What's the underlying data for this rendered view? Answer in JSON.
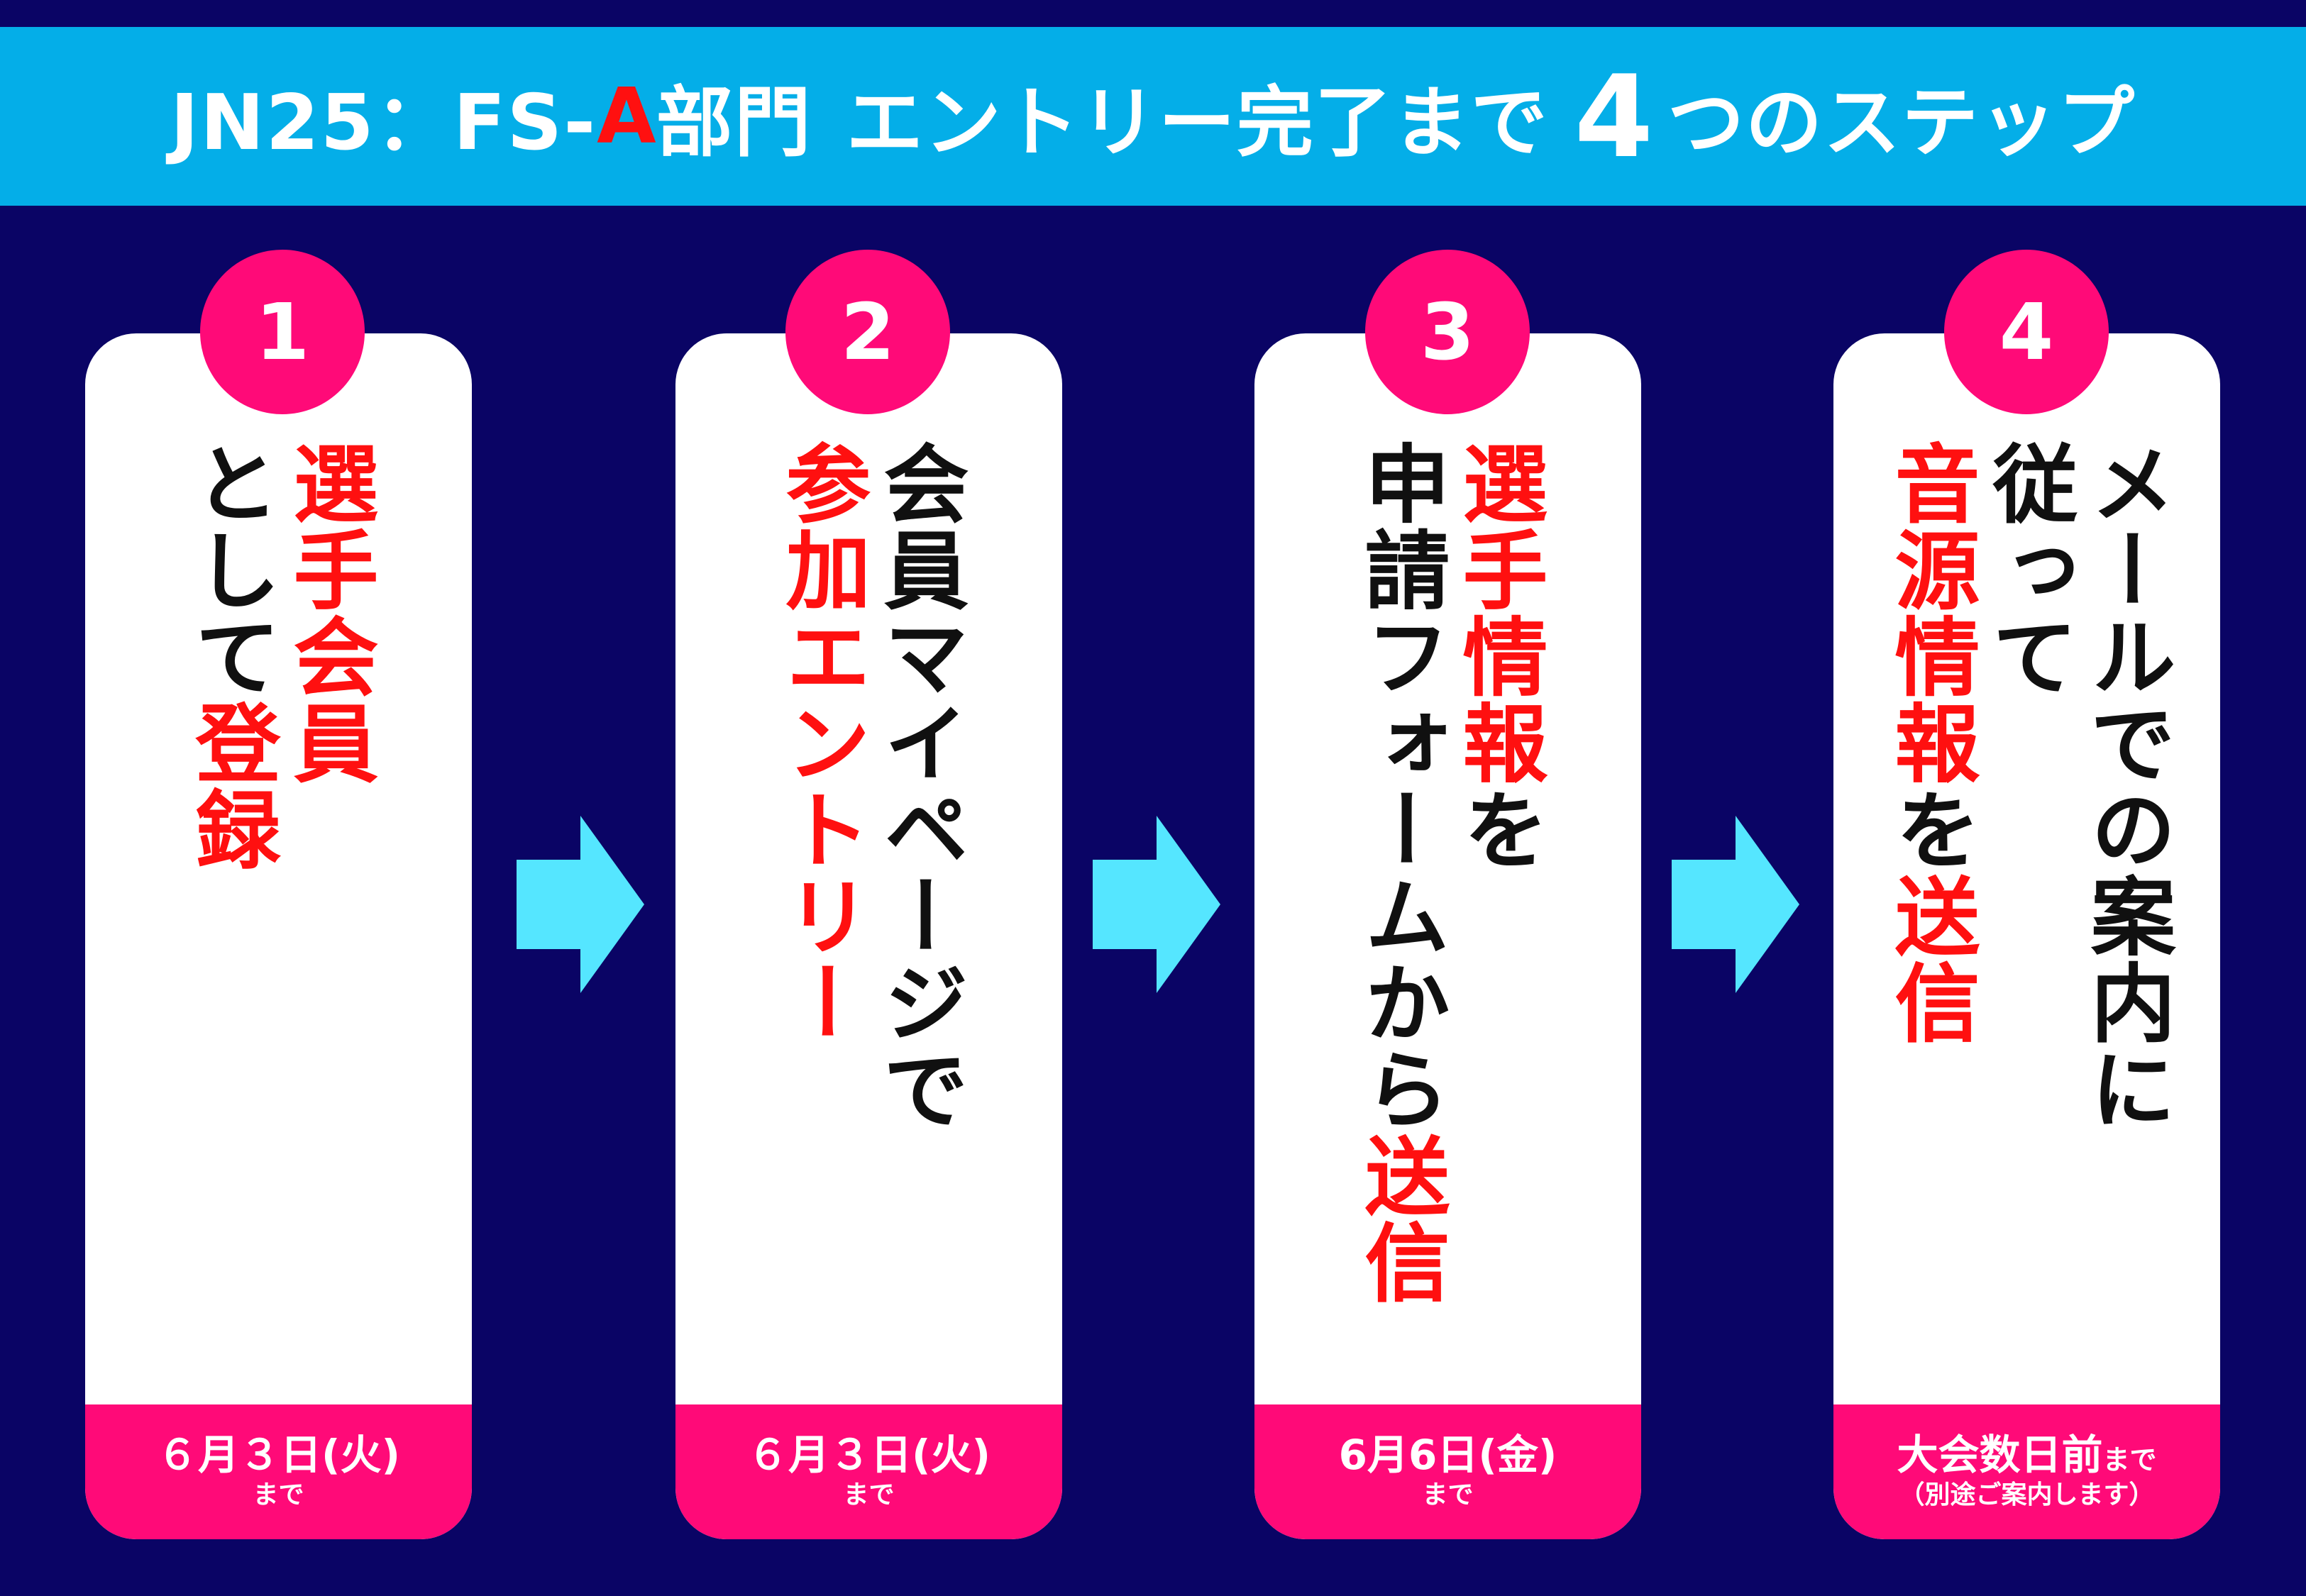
{
  "header": {
    "title_pre": "JN25：FS-",
    "title_accent": "A",
    "title_mid": "部門",
    "title_after": "エントリー完了まで",
    "title_num": "4",
    "title_end": "つのステップ"
  },
  "colors": {
    "background": "#0a0465",
    "banner": "#04aee8",
    "badge": "#ff0a78",
    "accent_red": "#ff1010",
    "arrow": "#55e6ff"
  },
  "steps": [
    {
      "number": "1",
      "columns": [
        [
          {
            "text": "選手会員",
            "color": "red"
          }
        ],
        [
          {
            "text": "として",
            "color": "black"
          },
          {
            "text": "登録",
            "color": "red"
          }
        ]
      ],
      "deadline_main": "６月３日(火)",
      "deadline_sub": "まで"
    },
    {
      "number": "2",
      "columns": [
        [
          {
            "text": "会員マイページで",
            "color": "black"
          }
        ],
        [
          {
            "text": "参加エントリー",
            "color": "red"
          }
        ]
      ],
      "deadline_main": "６月３日(火)",
      "deadline_sub": "まで"
    },
    {
      "number": "3",
      "columns": [
        [
          {
            "text": "選手情報",
            "color": "red"
          },
          {
            "text": "を",
            "color": "black"
          }
        ],
        [
          {
            "text": "申請フォームから",
            "color": "black"
          },
          {
            "text": "送信",
            "color": "red"
          }
        ]
      ],
      "deadline_main": "6月6日(金)",
      "deadline_sub": "まで"
    },
    {
      "number": "4",
      "columns": [
        [
          {
            "text": "メールでの案内に",
            "color": "black"
          }
        ],
        [
          {
            "text": "従って",
            "color": "black"
          }
        ],
        [
          {
            "text": "音源情報",
            "color": "red"
          },
          {
            "text": "を",
            "color": "black"
          },
          {
            "text": "送信",
            "color": "red"
          }
        ]
      ],
      "deadline_main": "大会数日前",
      "deadline_main_small": "まで",
      "deadline_sub": "（別途ご案内します）"
    }
  ]
}
